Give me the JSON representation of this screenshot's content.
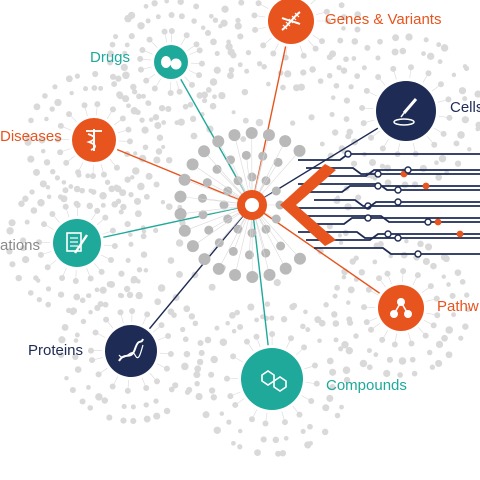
{
  "colors": {
    "orange": "#E8541E",
    "teal": "#1FA99B",
    "navy": "#1E2B55",
    "gray": "#B9B9B9",
    "lightgray": "#D9D9D9",
    "text_gray": "#8A8A8A"
  },
  "center": {
    "name": "hub",
    "color_key": "orange"
  },
  "nodes": [
    {
      "id": "genes",
      "label": "Genes & Variants",
      "icon": "dna-icon",
      "color_key": "orange",
      "label_color_key": "orange"
    },
    {
      "id": "drugs",
      "label": "Drugs",
      "icon": "pill-icon",
      "color_key": "teal",
      "label_color_key": "teal"
    },
    {
      "id": "cells",
      "label": "Cells",
      "icon": "pipette-icon",
      "color_key": "navy",
      "label_color_key": "navy"
    },
    {
      "id": "diseases",
      "label": "Diseases",
      "icon": "caduceus-icon",
      "color_key": "orange",
      "label_color_key": "orange"
    },
    {
      "id": "publications",
      "label": "ations",
      "icon": "document-pen-icon",
      "color_key": "teal",
      "label_color_key": "text_gray"
    },
    {
      "id": "pathways",
      "label": "Pathw",
      "icon": "network-icon",
      "color_key": "orange",
      "label_color_key": "orange"
    },
    {
      "id": "proteins",
      "label": "Proteins",
      "icon": "protein-helix-icon",
      "color_key": "navy",
      "label_color_key": "navy"
    },
    {
      "id": "compounds",
      "label": "Compounds",
      "icon": "molecule-icon",
      "color_key": "teal",
      "label_color_key": "teal"
    }
  ],
  "decor": {
    "circuit": "circuit-traces-icon",
    "chevron": "chevron-left-icon"
  }
}
